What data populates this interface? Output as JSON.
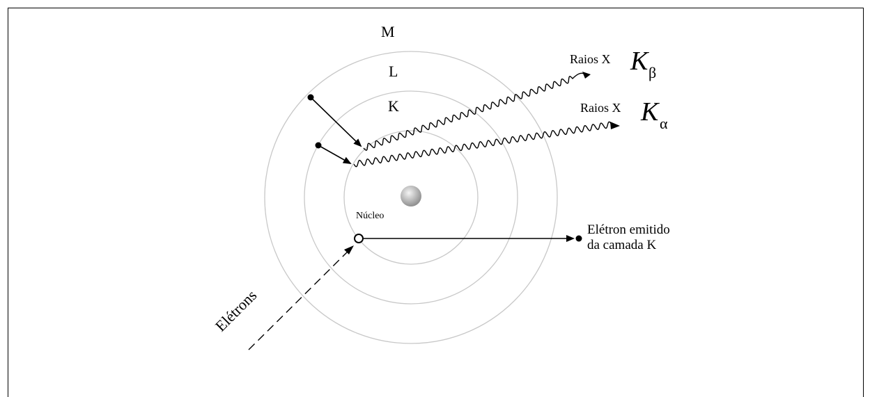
{
  "labels": {
    "shell_m": "M",
    "shell_l": "L",
    "shell_k": "K",
    "ray_beta_prefix": "Raios X",
    "ray_beta_symbol": "K",
    "ray_beta_sub": "β",
    "ray_alpha_prefix": "Raios X",
    "ray_alpha_symbol": "K",
    "ray_alpha_sub": "α",
    "nucleus": "Núcleo",
    "emitted_line1": "Elétron emitido",
    "emitted_line2": "da camada K",
    "electrons": "Elétrons"
  },
  "colors": {
    "shell_stroke": "#c8c8c8",
    "ink": "#000000",
    "nucleus_light": "#f2f2f2",
    "nucleus_dark": "#9a9a9a"
  }
}
